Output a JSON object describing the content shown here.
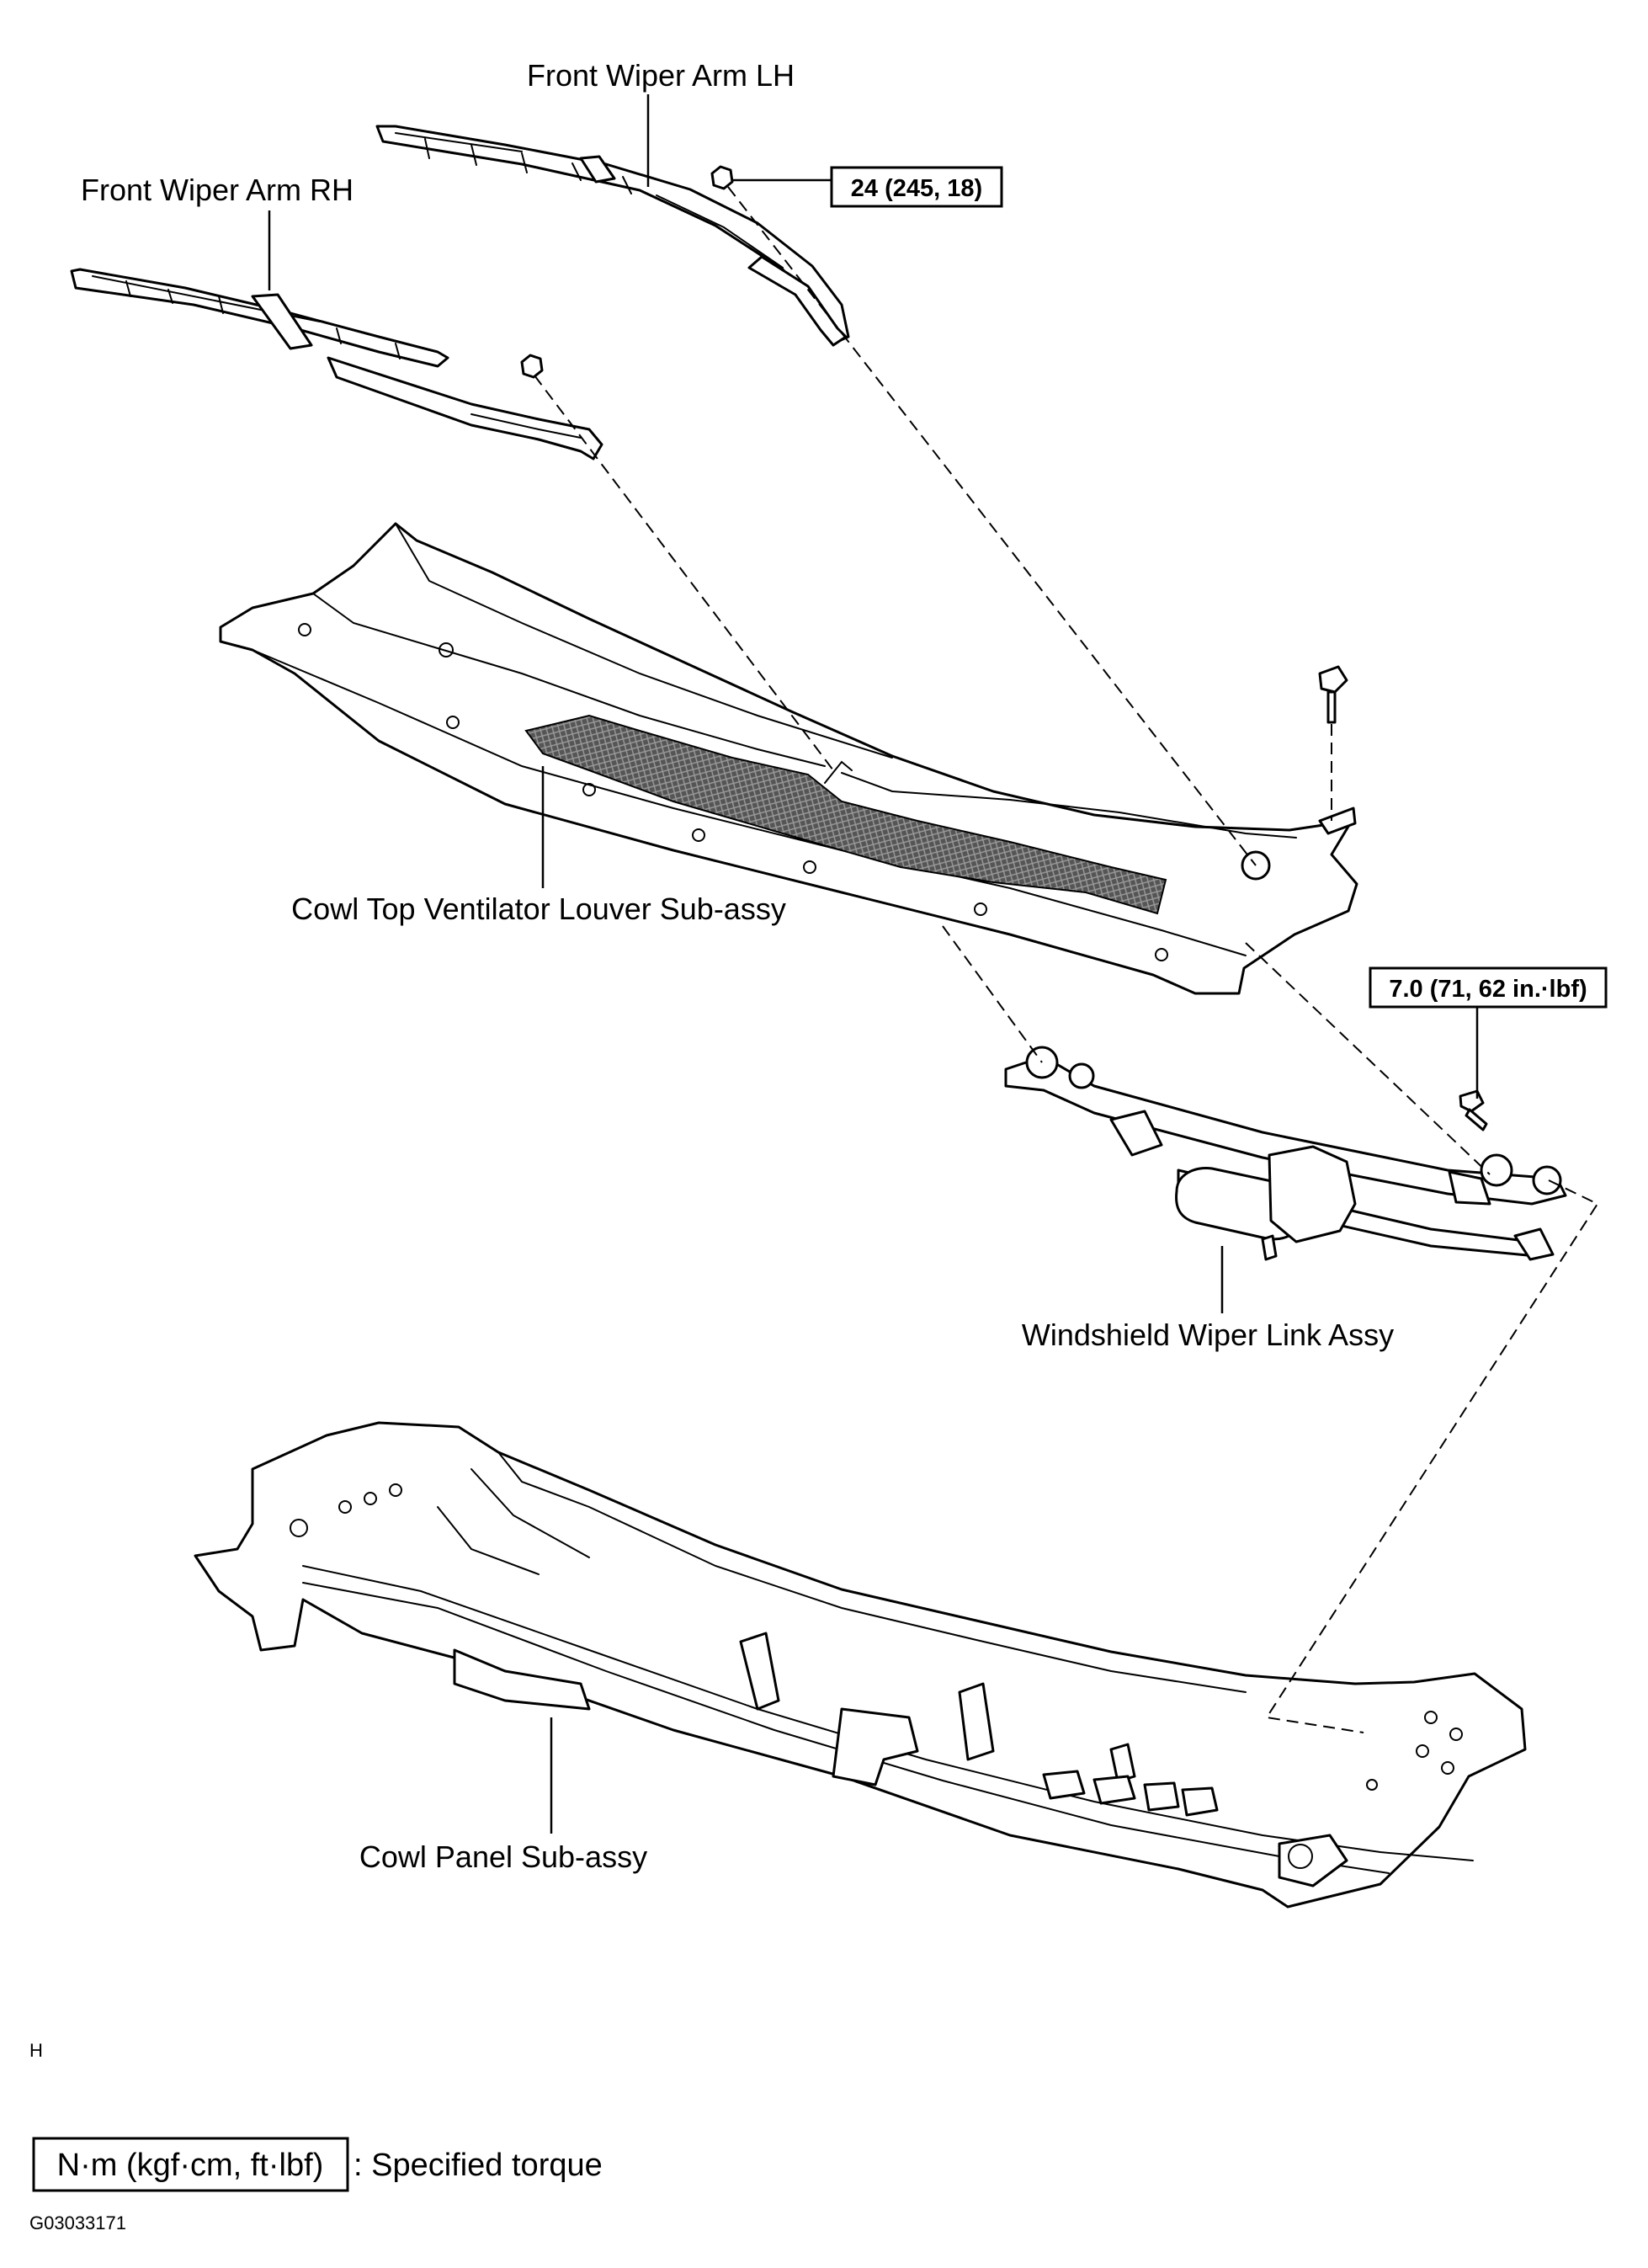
{
  "labels": {
    "front_wiper_arm_lh": "Front Wiper Arm LH",
    "front_wiper_arm_rh": "Front Wiper Arm RH",
    "cowl_top_ventilator_louver": "Cowl Top Ventilator Louver Sub-assy",
    "windshield_wiper_link_assy": "Windshield Wiper Link Assy",
    "cowl_panel_sub_assy": "Cowl Panel Sub-assy"
  },
  "torque": {
    "wiper_arm": "24 (245, 18)",
    "link_bolt": "7.0 (71, 62 in.·lbf)"
  },
  "legend": {
    "unit": "N·m (kgf·cm, ft·lbf)",
    "description": ": Specified torque"
  },
  "corner_letter": "H",
  "figure_id": "G03033171"
}
